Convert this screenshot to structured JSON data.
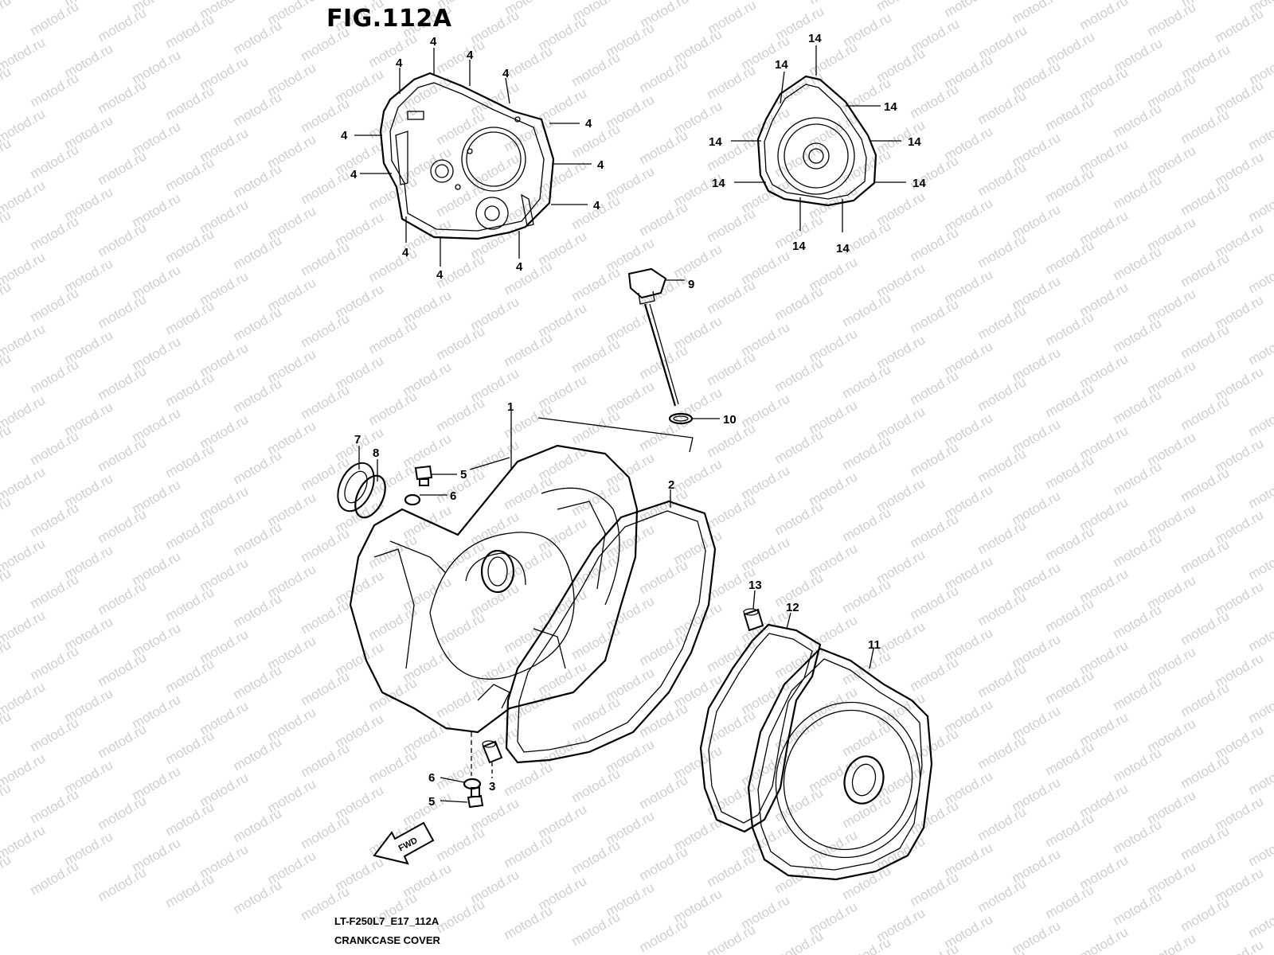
{
  "figure": {
    "title": "FIG.112A",
    "code": "LT-F250L7_E17_112A",
    "name": "CRANKCASE COVER",
    "watermark": "motod.ru"
  },
  "callouts": {
    "c1": "1",
    "c2": "2",
    "c3": "3",
    "c4": "4",
    "c5": "5",
    "c6": "6",
    "c7": "7",
    "c8": "8",
    "c9": "9",
    "c10": "10",
    "c11": "11",
    "c12": "12",
    "c13": "13",
    "c14": "14"
  },
  "fwd_label": "FWD"
}
